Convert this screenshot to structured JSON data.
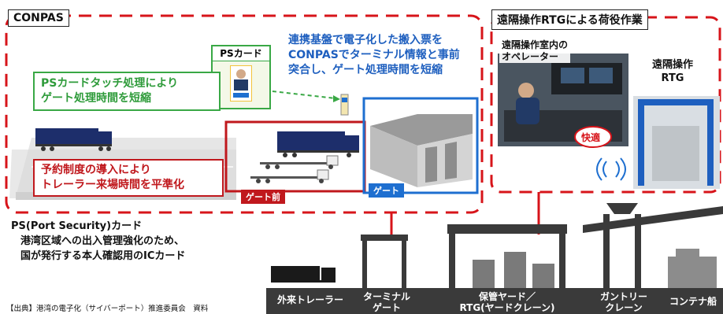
{
  "conpas": {
    "title": "CONPAS",
    "ps_card_label": "PSカード",
    "green_callout": [
      "PSカードタッチ処理により",
      "ゲート処理時間を短縮"
    ],
    "blue_note": [
      "連携基盤で電子化した搬入票を",
      "CONPASでターミナル情報と事前",
      "突合し、ゲート処理時間を短縮"
    ],
    "red_callout": [
      "予約制度の導入により",
      "トレーラー来場時間を平準化"
    ],
    "gate_front_label": "ゲート前",
    "gate_label": "ゲート"
  },
  "remote": {
    "title": "遠隔操作RTGによる荷役作業",
    "room_label": [
      "遠隔操作室内の",
      "オペレーター"
    ],
    "rtg_label": [
      "遠隔操作",
      "RTG"
    ],
    "comfort_badge": "快適"
  },
  "ps_description": {
    "heading": "PS(Port Security)カード",
    "body": [
      "港湾区域への出入管理強化のため、",
      "国が発行する本人確認用のICカード"
    ]
  },
  "source": "【出典】港湾の電子化（サイバーポート）推進委員会　資料",
  "terminal_flow": {
    "items": [
      "外来トレーラー",
      "ターミナル\nゲート",
      "保管ヤード／\nRTG(ヤードクレーン)",
      "ガントリー\nクレーン",
      "コンテナ船"
    ]
  },
  "colors": {
    "red": "#d7141a",
    "blue": "#1e6fd0",
    "green": "#39a845",
    "navy": "#1d2e6b",
    "ground": "#3a3a3a"
  }
}
